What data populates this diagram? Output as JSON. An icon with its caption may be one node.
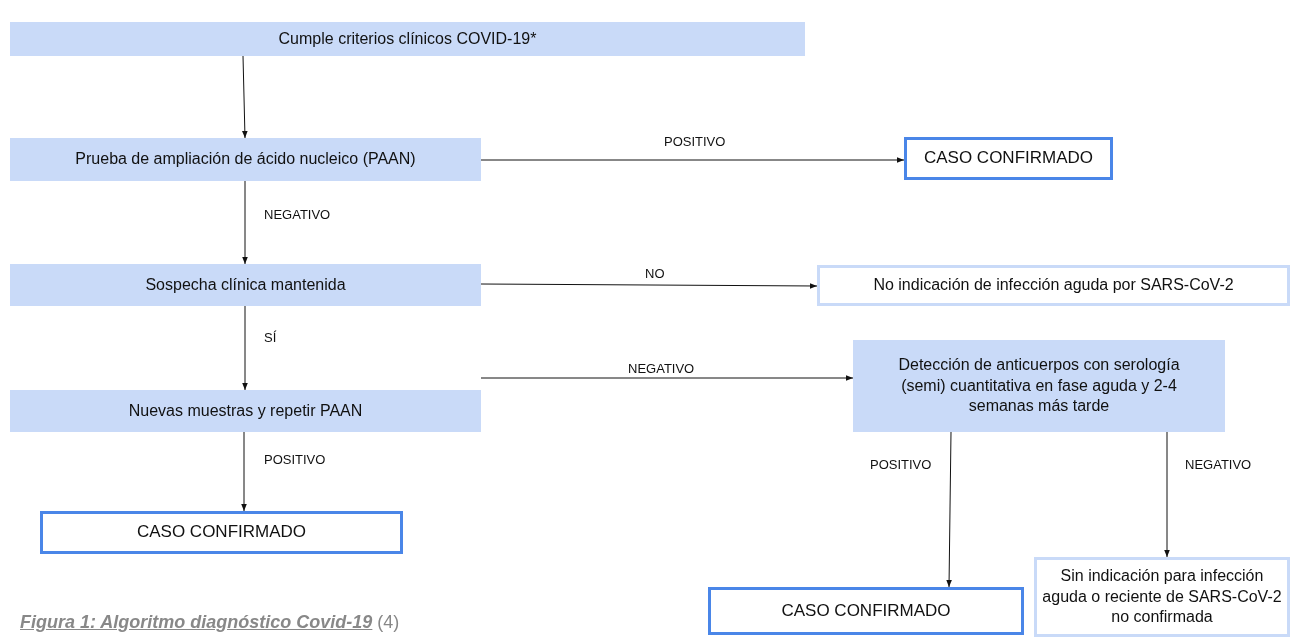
{
  "diagram": {
    "caption": "**Figura 1: Algoritmo diagnóstico Covid-19** (4)",
    "nodes": [
      {
        "text": [
          "Cumple criterios clínicos COVID-19*"
        ]
      },
      {
        "text": [
          "Prueba de ampliación de ácido nucleico (PAAN)"
        ]
      },
      {
        "text": [
          "CASO CONFIRMADO"
        ]
      },
      {
        "text": [
          "Sospecha clínica mantenida"
        ]
      },
      {
        "text": [
          "No indicación de infección aguda por SARS-CoV-2"
        ]
      },
      {
        "text": [
          "Nuevas muestras y repetir PAAN"
        ]
      },
      {
        "text": [
          "Detección de anticuerpos con serología (semi) cuantitativa en fase aguda y 2-4 semanas más tarde"
        ]
      },
      {
        "text": [
          "CASO CONFIRMADO"
        ]
      },
      {
        "text": [
          "CASO CONFIRMADO"
        ]
      },
      {
        "text": [
          "Sin indicación para infección aguda o reciente de SARS-CoV-2 no confirmada"
        ]
      }
    ],
    "edges": [
      {
        "from": 0,
        "to": 1,
        "arrow": "to"
      },
      {
        "from": 1,
        "to": 2,
        "arrow": "to",
        "label": "POSITIVO"
      },
      {
        "from": 1,
        "to": 3,
        "arrow": "to",
        "label": "NEGATIVO"
      },
      {
        "from": 3,
        "to": 4,
        "arrow": "to",
        "label": "NO"
      },
      {
        "from": 3,
        "to": 5,
        "arrow": "to",
        "label": "SÍ"
      },
      {
        "from": 5,
        "to": 6,
        "arrow": "to",
        "label": "NEGATIVO"
      },
      {
        "from": 5,
        "to": 7,
        "arrow": "to",
        "label": "POSITIVO"
      },
      {
        "from": 6,
        "to": 8,
        "arrow": "to",
        "label": "POSITIVO"
      },
      {
        "from": 6,
        "to": 9,
        "arrow": "to",
        "label": "NEGATIVO"
      }
    ]
  }
}
